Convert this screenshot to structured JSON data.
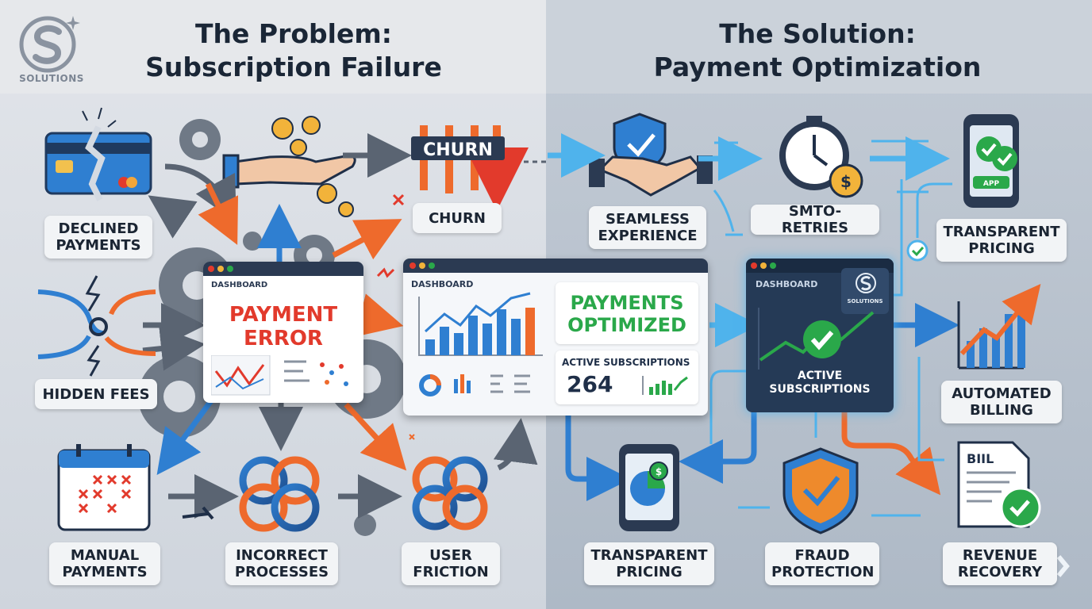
{
  "header": {
    "logo_text": "SOLUTIONS",
    "problem_title_line1": "The Problem:",
    "problem_title_line2": "Subscription Failure",
    "solution_title_line1": "The Solution:",
    "solution_title_line2": "Payment Optimization"
  },
  "problem": {
    "churn_sign": "CHURN",
    "declined_line1": "DECLINED",
    "declined_line2": "PAYMENTS",
    "churn_label": "CHURN",
    "hidden_fees": "HIDDEN FEES",
    "manual_line1": "MANUAL",
    "manual_line2": "PAYMENTS",
    "incorrect_line1": "INCORRECT",
    "incorrect_line2": "PROCESSES",
    "friction_line1": "USER",
    "friction_line2": "FRICTION",
    "error_dashboard_title": "DASHBOARD",
    "error_line1": "PAYMENT",
    "error_line2": "ERROR"
  },
  "center_dashboard": {
    "title": "DASHBOARD",
    "optimized_line1": "PAYMENTS",
    "optimized_line2": "OPTIMIZED",
    "active_label": "ACTIVE SUBSCRIPTIONS",
    "active_value": "264"
  },
  "solution": {
    "seamless_line1": "SEAMLESS",
    "seamless_line2": "EXPERIENCE",
    "retries": "SMTO-RETRIES",
    "pricing_top_line1": "TRANSPARENT",
    "pricing_top_line2": "PRICING",
    "app_badge": "APP",
    "dashboard_title": "DASHBOARD",
    "dashboard_logo_text": "SOLUTIONS",
    "active_line1": "ACTIVE",
    "active_line2": "SUBSCRIPTIONS",
    "automated_line1": "AUTOMATED",
    "automated_line2": "BILLING",
    "bill_text": "BIIL",
    "pricing_bottom_line1": "TRANSPARENT",
    "pricing_bottom_line2": "PRICING",
    "fraud_line1": "FRAUD",
    "fraud_line2": "PROTECTION",
    "revenue_line1": "REVENUE",
    "revenue_line2": "RECOVERY",
    "dollar_sign": "$"
  },
  "colors": {
    "problem_red": "#e23a2c",
    "orange": "#ee6a2c",
    "blue": "#2f7fd1",
    "light_blue": "#4fb3ec",
    "success_green": "#2aa84a",
    "navy": "#1f2f48"
  }
}
